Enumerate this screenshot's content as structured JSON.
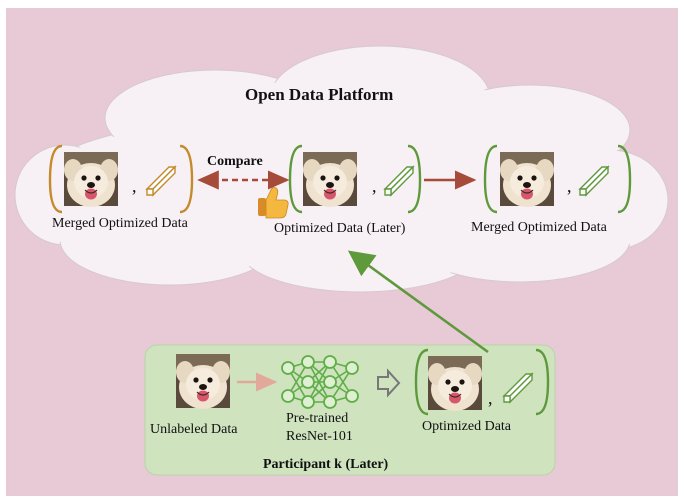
{
  "title": "Open Data Platform",
  "labels": {
    "merged_left": "Merged Optimized Data",
    "optimized_later": "Optimized Data (Later)",
    "merged_right": "Merged Optimized Data",
    "compare": "Compare",
    "unlabeled": "Unlabeled Data",
    "model_line1": "Pre-trained",
    "model_line2": "ResNet-101",
    "optimized": "Optimized Data",
    "participant": "Participant k (Later)"
  },
  "separator": ",",
  "emoji": "👍",
  "colors": {
    "background": "#e8c9d6",
    "cloud": "#f7f0f4",
    "participant_box": "#cfe3bf",
    "orange": "#c58a2c",
    "green": "#5e9a3c",
    "red_arrow": "#a64a3a",
    "light_arrow": "#e2a99a",
    "gray_arrow": "#777777"
  },
  "icons": [
    "dog-photo",
    "parameter-bar-icon",
    "neural-network-icon",
    "thumbs-up-icon",
    "hollow-arrow-icon"
  ]
}
